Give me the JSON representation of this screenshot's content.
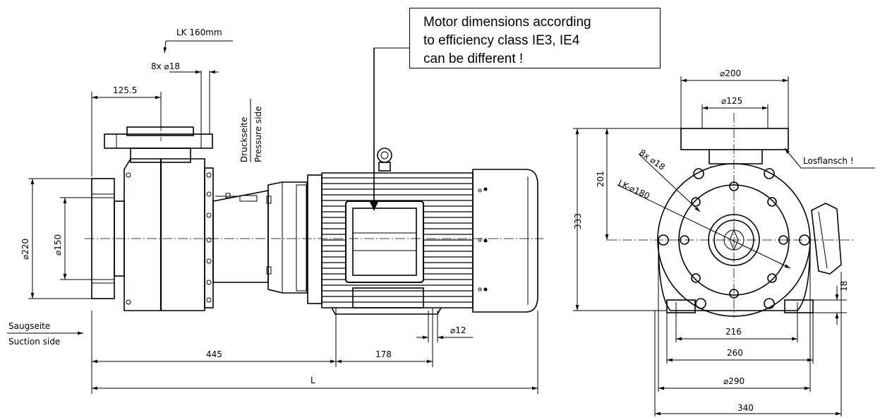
{
  "note": {
    "lines": [
      "Motor dimensions according",
      "to efficiency class IE3, IE4",
      "can be different !"
    ]
  },
  "side_view": {
    "lk": "LK 160mm",
    "holes": "8x ⌀18",
    "flange_offset": "125.5",
    "pressure_side_de": "Druckseite",
    "pressure_side_en": "Pressure side",
    "d_outer": "⌀220",
    "d_inner": "⌀150",
    "suction_side_de": "Saugseite",
    "suction_side_en": "Suction side",
    "length_pump": "445",
    "length_feet": "178",
    "foot_bolt": "⌀12",
    "length_total": "L"
  },
  "front_view": {
    "d_top_outer": "⌀200",
    "d_top_inner": "⌀125",
    "loose_flange": "Losflansch !",
    "holes": "8x ⌀18",
    "lk": "LK-⌀180",
    "height_axis": "201",
    "height_total": "333",
    "foot_height": "18",
    "foot_inner": "216",
    "foot_outer": "260",
    "d_290": "⌀290",
    "width_total": "340"
  }
}
